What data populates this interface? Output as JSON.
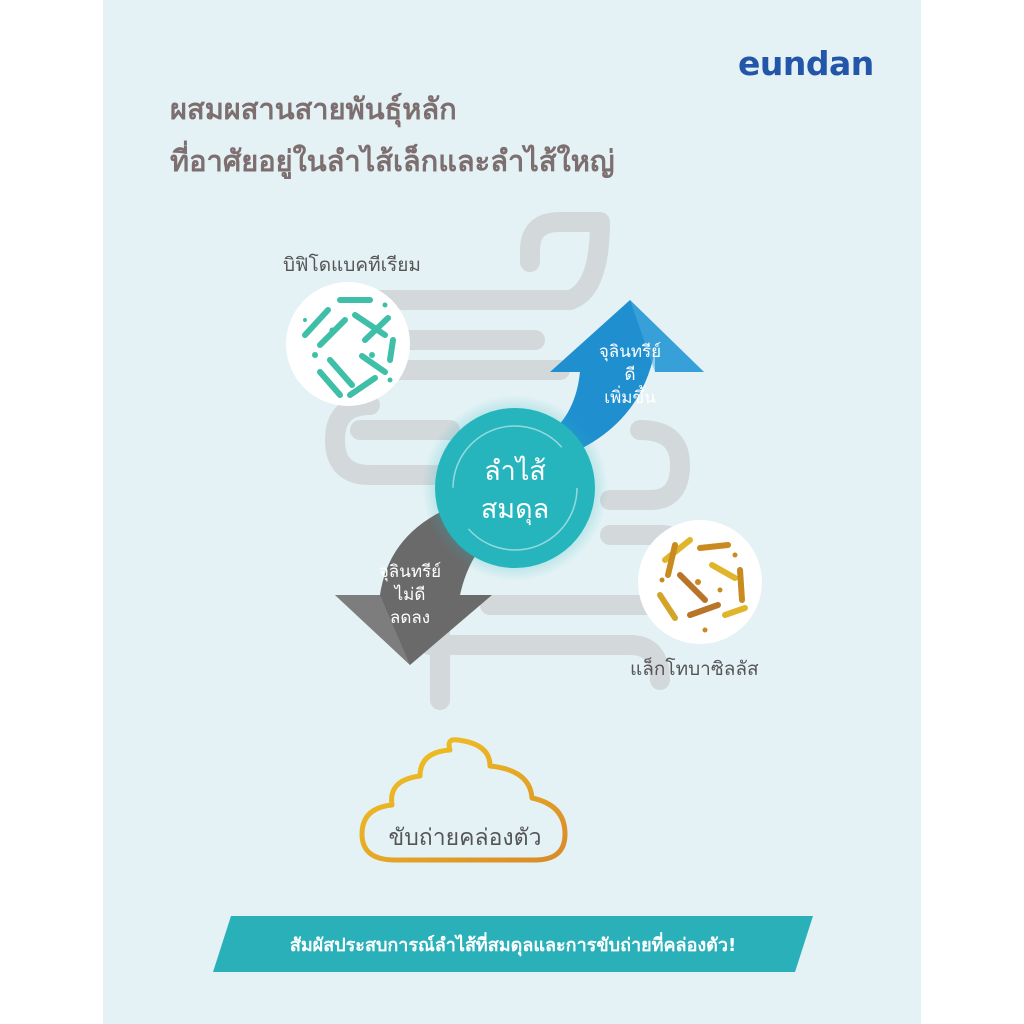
{
  "brand": {
    "name": "eundan"
  },
  "headline": {
    "line1": "ผสมผสานสายพันธุ์หลัก",
    "line2": "ที่อาศัยอยู่ในลำไส้เล็กและลำไส้ใหญ่"
  },
  "bacteria": {
    "bifido_label": "บิฟิโดแบคทีเรียม",
    "lacto_label": "แล็กโทบาซิลลัส"
  },
  "center": {
    "line1": "ลำไส้",
    "line2": "สมดุล"
  },
  "good_arrow": {
    "line1": "จุลินทรีย์",
    "line2": "ดี",
    "line3": "เพิ่มขึ้น"
  },
  "bad_arrow": {
    "line1": "จุลินทรีย์",
    "line2": "ไม่ดี",
    "line3": "ลดลง"
  },
  "result": {
    "label": "ขับถ่ายคล่องตัว"
  },
  "banner": {
    "text": "สัมผัสประสบการณ์ลำไส้ที่สมดุลและการขับถ่ายที่คล่องตัว!"
  },
  "colors": {
    "background": "#e4f2f5",
    "brand": "#2355a8",
    "good_arrow": "#1f8fd0",
    "bad_arrow": "#6a6a6a",
    "center": "#26b5bd",
    "banner": "#2ab0b8",
    "bifido": "#3fbfa8",
    "lacto": "#c8a020"
  },
  "icons": {
    "intestine": "intestine-illustration",
    "bifido": "bifidobacteria-icon",
    "lacto": "lactobacillus-icon",
    "poop": "poop-outline-icon"
  }
}
